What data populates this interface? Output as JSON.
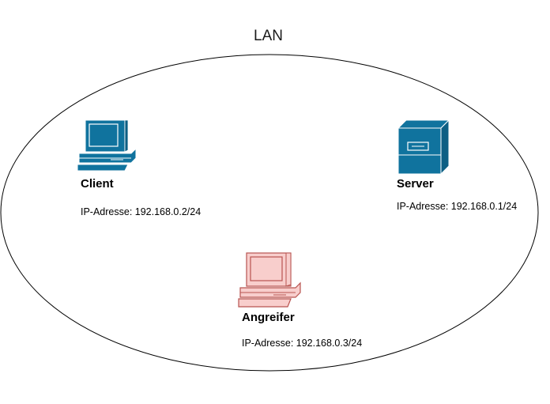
{
  "network": {
    "title": "LAN"
  },
  "nodes": {
    "client": {
      "name": "Client",
      "ip": "IP-Adresse: 192.168.0.2/24",
      "icon": "desktop-computer-icon",
      "color": "#10739e"
    },
    "server": {
      "name": "Server",
      "ip": "IP-Adresse: 192.168.0.1/24",
      "icon": "server-tower-icon",
      "color": "#10739e"
    },
    "attacker": {
      "name": "Angreifer",
      "ip": "IP-Adresse: 192.168.0.3/24",
      "icon": "desktop-computer-icon",
      "color": "#b85450",
      "fill": "#f8cecc"
    }
  }
}
